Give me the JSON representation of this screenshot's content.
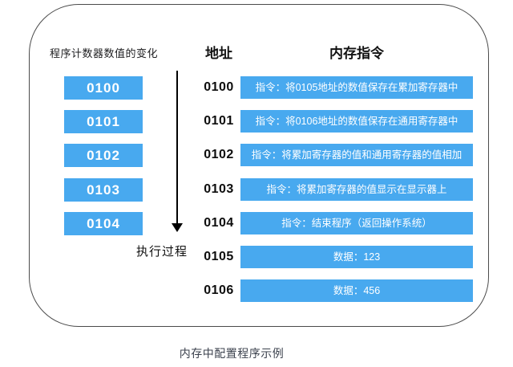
{
  "diagram": {
    "left_column": {
      "header": "程序计数器数值的变化",
      "boxes": [
        "0100",
        "0101",
        "0102",
        "0103",
        "0104"
      ],
      "footer_label": "执行过程"
    },
    "address_header": "地址",
    "memory_header": "内存指令",
    "rows": [
      {
        "address": "0100",
        "content": "指令：将0105地址的数值保存在累加寄存器中"
      },
      {
        "address": "0101",
        "content": "指令：将0106地址的数值保存在通用寄存器中"
      },
      {
        "address": "0102",
        "content": "指令：将累加寄存器的值和通用寄存器的值相加"
      },
      {
        "address": "0103",
        "content": "指令：将累加寄存器的值显示在显示器上"
      },
      {
        "address": "0104",
        "content": "指令：结束程序（返回操作系统）"
      },
      {
        "address": "0105",
        "content": "数据：123"
      },
      {
        "address": "0106",
        "content": "数据：456"
      }
    ],
    "caption": "内存中配置程序示例",
    "colors": {
      "box_blue": "#48A9EF",
      "frame_border": "#4b4b4b",
      "caption_text": "#3b414d"
    }
  }
}
